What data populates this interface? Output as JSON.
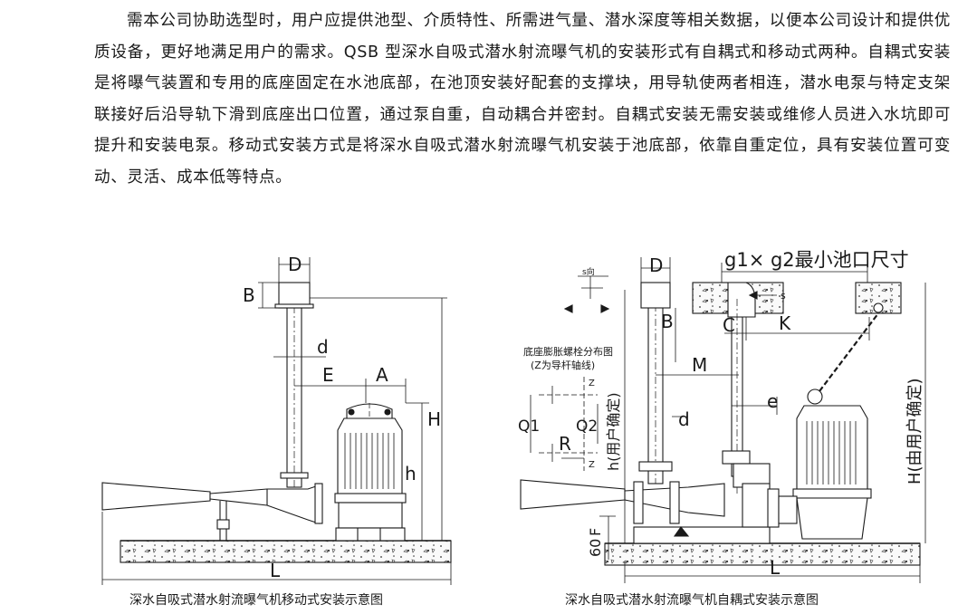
{
  "paragraph": "需本公司协助选型时，用户应提供池型、介质特性、所需进气量、潜水深度等相关数据，以便本公司设计和提供优质设备，更好地满足用户的需求。QSB 型深水自吸式潜水射流曝气机的安装形式有自耦式和移动式两种。自耦式安装是将曝气装置和专用的底座固定在水池底部，在池顶安装好配套的支撑块，用导轨使两者相连，潜水电泵与特定支架联接好后沿导轨下滑到底座出口位置，通过泵自重，自动耦合并密封。自耦式安装无需安装或维修人员进入水坑即可提升和安装电泵。移动式安装方式是将深水自吸式潜水射流曝气机安装于池底部，依靠自重定位，具有安装位置可变动、灵活、成本低等特点。",
  "left_diagram": {
    "caption": "深水自吸式潜水射流曝气机移动式安装示意图",
    "labels": {
      "D": "D",
      "B": "B",
      "d": "d",
      "E": "E",
      "A": "A",
      "H": "H",
      "h": "h",
      "L": "L"
    }
  },
  "right_diagram": {
    "caption": "深水自吸式潜水射流曝气机自耦式安装示意图",
    "labels": {
      "pit": "g1× g2最小池口尺寸",
      "s_dir": "s向",
      "D": "D",
      "B": "B",
      "C": "C",
      "K": "K",
      "M": "M",
      "s": "s",
      "bolt_title": "底座膨胀螺栓分布图",
      "bolt_sub": "(Z为导杆轴线)",
      "Z1": "Z",
      "Z2": "Z",
      "Q1": "Q1",
      "Q2": "Q2",
      "R": "R",
      "d": "d",
      "e": "e",
      "h_user": "h(用户确定)",
      "H_user": "H(由用户确定)",
      "F": "F",
      "sixty": "60",
      "L": "L"
    }
  }
}
